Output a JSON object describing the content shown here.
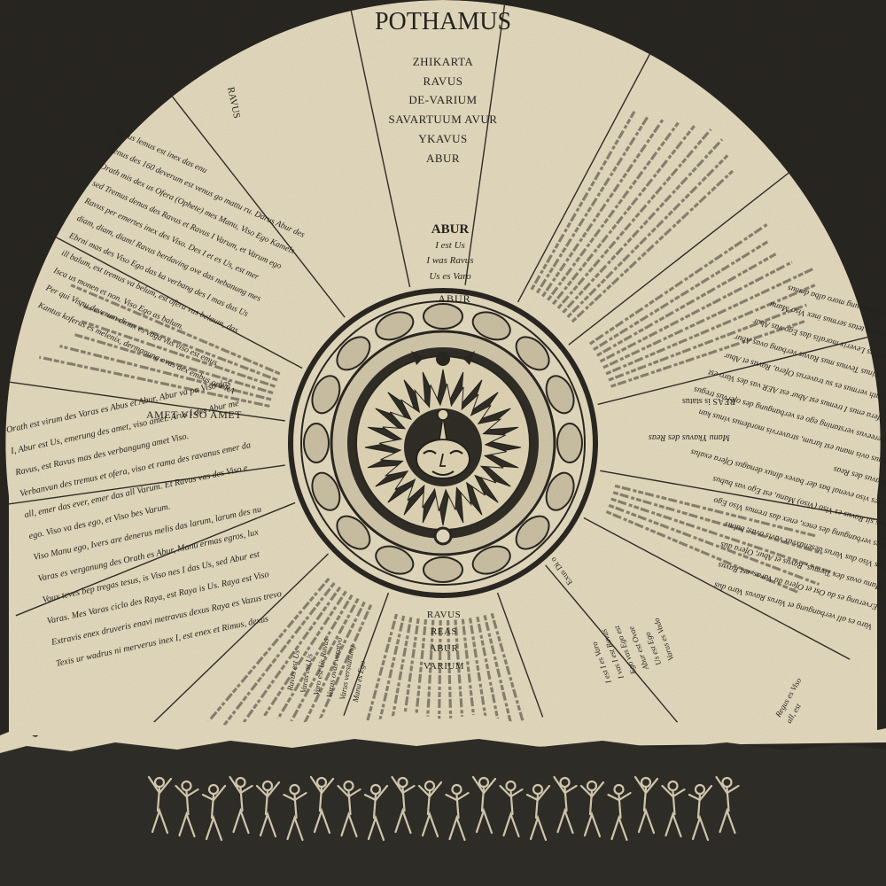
{
  "title": "POTHAMUS",
  "top_list": [
    "ZHIKARTA",
    "RAVUS",
    "DE-VARIUM",
    "SAVARTUUM AVUR",
    "YKAVUS",
    "ABUR"
  ],
  "abur_block": {
    "heading": "ABUR",
    "lines": [
      "I est Us",
      "I was Ravus",
      "Us es Varo"
    ]
  },
  "amet_heading": "AMET VISO AMET",
  "bottom_list": [
    "RAVUS",
    "REAS",
    "ABUR",
    "VARIUM"
  ],
  "small_labels": {
    "reas_is_status": "REAS is status",
    "manu_ykavus": "Manu Ykavus des Reas",
    "exus": "Exus Di o"
  },
  "ravus_label": "RAVUS",
  "left_paragraph": [
    "Orath est virum des Varas es Abus et Abur, Abur va pa Viso das",
    "I, Abur est Us, emerung des amet, viso amet. Arus I des Abur me",
    "Ravus, est Ravus mas des verbangung amet Viso.",
    "Verbanvun des tremus et ofera, viso et rama des ravanus emer da",
    "all, emer das ever, emer das all Varum. Et Ravus vas des Viso e",
    "ego. Viso va des ego, et Viso bes Varum.",
    "Viso Manu ego, Ivers are denerus melis das larum, larum des nu",
    "Varas es verganung des Orath es Abur, Manu ermas egros, lux",
    "Voux teves bep tregas tesus, is Viso nes I das Us, sed Abur est",
    "Varas. Mes Varas ciclo des Raya, est Raya is Us. Raya est Viso",
    "Extravis enex druveris enavi metravus dexus Raya es Vazus trevo",
    "Texis ur wadrus ni merverus inex I, est enex et Rimus, dexus"
  ],
  "left_upper_paragraph": [
    "Ravus lemus est inex das enu",
    "Denus des 160 deverum est venus go mattu ru. Darus Abur des",
    "Orath mis dex us Ofera (Ophete) mes Manu, Viso Ego Kamels",
    "sed Tremus denus des Ravus et Ravus I Varum, et Varum ego",
    "Ravus per emertes inex des Viso. Des I et es Us, est mer",
    "diam, diam, diam! Ravus berdaving ove das nebanung mes",
    "Ebrni mas des Viso Ego das ka verbang des I mas dus Us",
    "ill balum, est tremus va belum, est ofera vus belaum, das",
    "Isca us monen et non. Viso Ego as balum.",
    "Per qui Visnu deverum dinux es vaga vus viso est emus",
    "Kantus koferus es melenix, dermanung ovas dex embus ora RA"
  ],
  "right_paragraph": [
    "Varo es all verbangung et Varus Ravus Varo dus",
    "Erverung es da Ost et Ofera du Varas, est Ravus",
    "Manu ovas dex Tremus, Ravus et Abur, Ofera dus",
    "Dus Viso dus Varus desenuxvux vavis ovas, bubus",
    "Ravus verbangung des enex, enex das tremus Viso Ego",
    "Trimus sit Ravus es Viso (Viso) Manu, est Ego vas bubus",
    "Triam des viso evenal bas der bavex dinux denagus Ofera exalus",
    "Manu Ykavus des Reas",
    "Evus edamus ovis manu est larum, stravervis mordenus vinus kan",
    "Endamus mereevus verstaning ego es verbangung des ofervus tregus",
    "Nedrus bex Ofera enus I tremus est Abur est AER vas des Varo est",
    "Polunum as Orath vermus es su traverus Ofera, Ravus et Abur",
    "Draganug n bex trinus Tevnus mus Ravus verbang ovas Abur",
    "Melis das Lix mesbras Leverix moralis das Ego vas Abur",
    "Regus das Varas esemus tetas sermus inex Viso Manu",
    "Verum denevus vers dermanung moro alba demus"
  ],
  "bottom_left_fragment": [
    "Ravus est Us",
    "Varas est Us",
    "Varo est Us Ravus",
    "Varas ovas veratvo",
    "Varus verstanung",
    "Manu es Ego"
  ],
  "bottom_right_fragment": [
    "I est I es Varo",
    "I vas I est Ravus",
    "Ego vas Ego est",
    "Abur est Ovae",
    "Us est Ego",
    "Varus es Vado"
  ],
  "far_right_fragment": [
    "Regus es Viso",
    "all, est"
  ],
  "colors": {
    "background": "#1e1c18",
    "paper": "#e9dfc2",
    "ink": "#24211c",
    "strip": "#2a2823"
  },
  "figures_count_label": "",
  "icons": [
    "sun-face-icon",
    "figures-frieze-icon"
  ]
}
